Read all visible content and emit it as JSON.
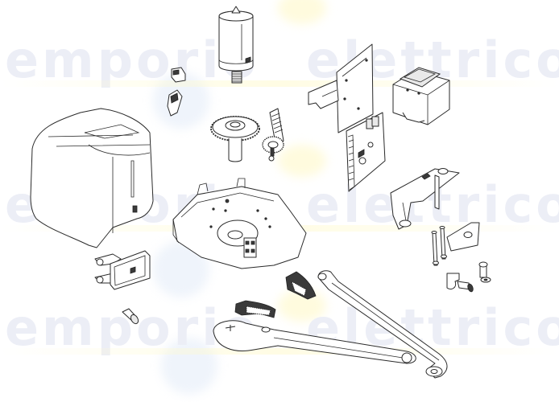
{
  "diagram": {
    "type": "exploded-parts-view",
    "background": "#ffffff",
    "line_color": "#2a2a2a",
    "watermark": {
      "word_left": "emporio",
      "word_right": "elettrico",
      "color": "#eceef6",
      "rows": 3
    },
    "parts": [
      {
        "id": "cover",
        "label": "cover housing"
      },
      {
        "id": "release-lever-cover",
        "label": "release lever cover plate"
      },
      {
        "id": "release-key",
        "label": "release key"
      },
      {
        "id": "limit-switches",
        "label": "limit switch microswitches"
      },
      {
        "id": "motor",
        "label": "motor"
      },
      {
        "id": "gear-wheel",
        "label": "gear wheel"
      },
      {
        "id": "worm-shaft",
        "label": "worm shaft"
      },
      {
        "id": "gearbox-base",
        "label": "gearbox base"
      },
      {
        "id": "board-bracket",
        "label": "control board bracket"
      },
      {
        "id": "control-board",
        "label": "control board"
      },
      {
        "id": "transformer",
        "label": "transformer"
      },
      {
        "id": "fixing-bracket",
        "label": "fixing bracket"
      },
      {
        "id": "bolts",
        "label": "bolts"
      },
      {
        "id": "gate-bracket",
        "label": "gate bracket"
      },
      {
        "id": "pin-screw",
        "label": "pin screw and washer"
      },
      {
        "id": "lock-key",
        "label": "lock key"
      },
      {
        "id": "limit-stop-1",
        "label": "limit stop"
      },
      {
        "id": "limit-stop-2",
        "label": "limit stop"
      },
      {
        "id": "straight-arm",
        "label": "straight arm"
      },
      {
        "id": "curved-arm",
        "label": "curved arm"
      }
    ]
  }
}
